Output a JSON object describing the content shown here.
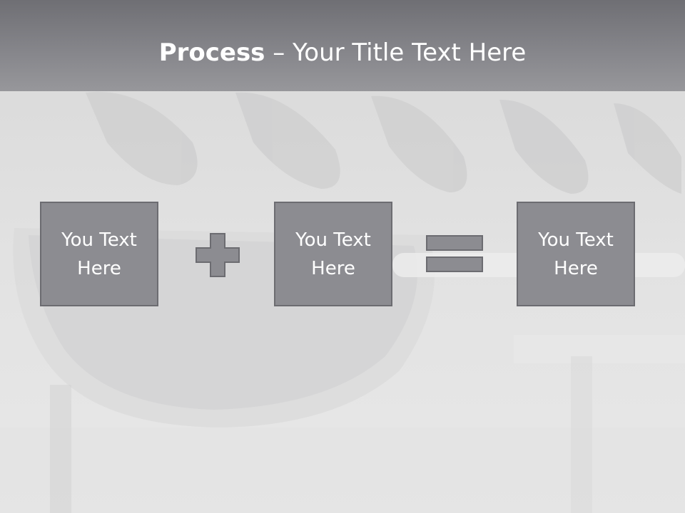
{
  "slide": {
    "title_bold": "Process",
    "title_rest": " – Your Title Text Here",
    "boxes": [
      {
        "text": "You Text Here"
      },
      {
        "text": "You Text Here"
      },
      {
        "text": "You Text Here"
      }
    ],
    "operators": [
      "plus-icon",
      "equals-icon"
    ],
    "colors": {
      "title_bar": "#87878c",
      "box_fill": "#8c8c91",
      "box_border": "#6c6c71",
      "operator_fill": "#8c8c91",
      "text": "#ffffff"
    }
  }
}
